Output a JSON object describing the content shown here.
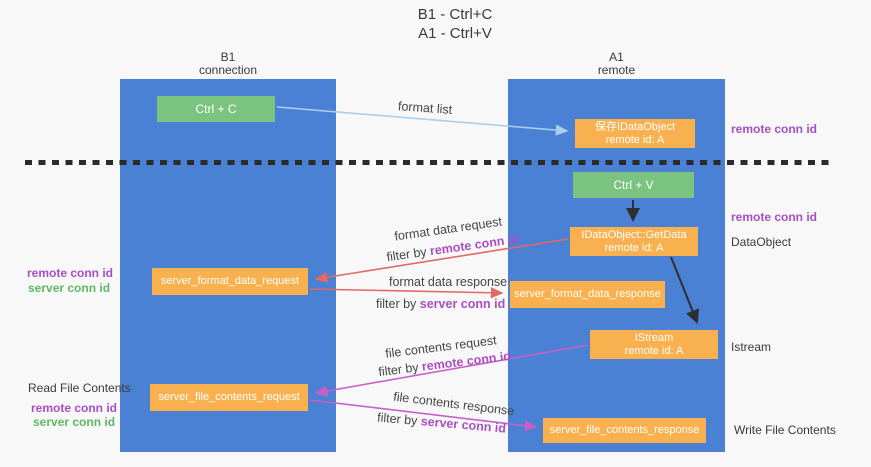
{
  "title": {
    "line1": "B1 - Ctrl+C",
    "line2": "A1 - Ctrl+V"
  },
  "lanes": {
    "left": {
      "name": "B1",
      "role": "connection"
    },
    "right": {
      "name": "A1",
      "role": "remote"
    }
  },
  "nodes": {
    "ctrl_c": {
      "label": "Ctrl + C"
    },
    "ctrl_v": {
      "label": "Ctrl + V"
    },
    "save_dataobject": {
      "line1": "保存IDataObject",
      "line2": "remote id: A"
    },
    "getdata": {
      "line1": "IDataObject::GetData",
      "line2": "remote id: A"
    },
    "istream": {
      "line1": "IStream",
      "line2": "remote id: A"
    },
    "server_format_data_request": {
      "label": "server_format_data_request"
    },
    "server_format_data_response": {
      "label": "server_format_data_response"
    },
    "server_file_contents_request": {
      "label": "server_file_contents_request"
    },
    "server_file_contents_response": {
      "label": "server_file_contents_response"
    }
  },
  "arrow_labels": {
    "format_list": "format list",
    "format_data_request": "format data request",
    "format_data_response": "format data response",
    "file_contents_request": "file contents request",
    "file_contents_response": "file contents response",
    "filter_by": "filter by ",
    "remote_conn_id": "remote conn id",
    "server_conn_id": "server conn id"
  },
  "side_labels": {
    "remote_conn_id": "remote conn id",
    "server_conn_id": "server conn id",
    "dataobject": "DataObject",
    "istream": "Istream",
    "read_file_contents": "Read File Contents",
    "write_file_contents": "Write File Contents"
  },
  "colors": {
    "lane_blue": "#4a81d4",
    "node_green": "#7bc47f",
    "node_orange": "#f9b04e",
    "arrow_red": "#e06a65",
    "arrow_magenta": "#ca5ec9",
    "arrow_lightblue": "#a8cfee",
    "arrow_black": "#2f2f2f",
    "text_purple": "#a94ec6",
    "text_green": "#5eb863",
    "background": "#f8f8f8"
  }
}
